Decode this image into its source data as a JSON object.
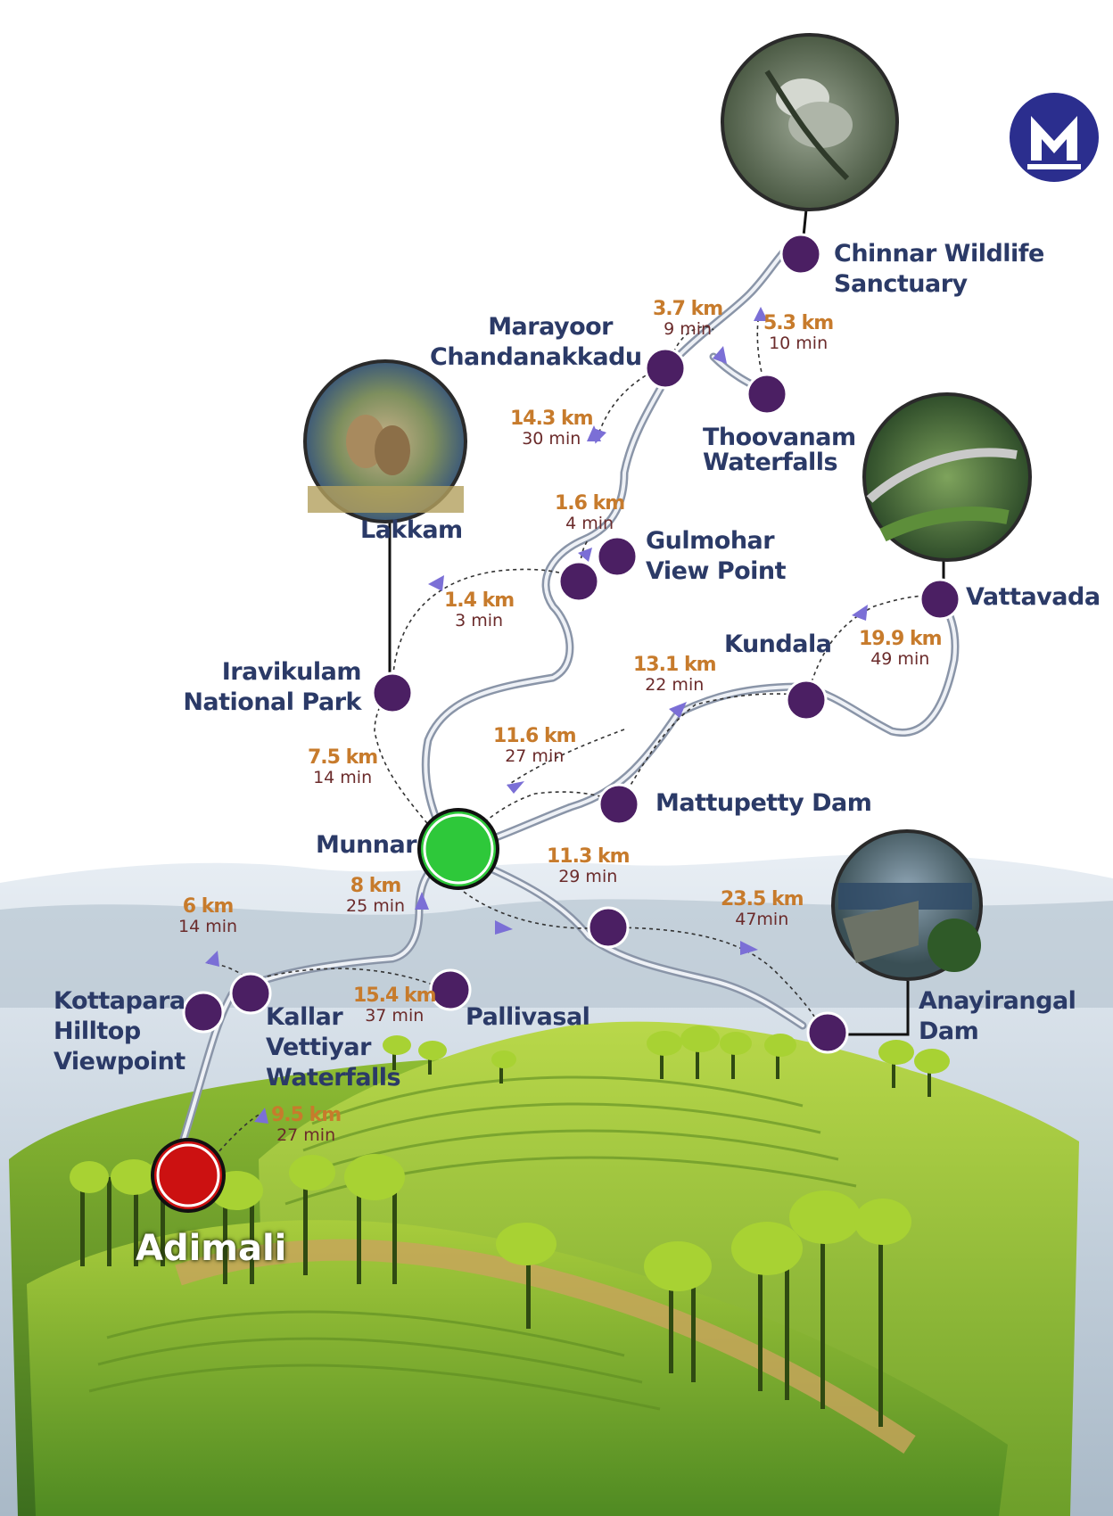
{
  "colors": {
    "stop": "#4b1f63",
    "hub_munnar": "#2ec83a",
    "hub_adimali": "#cc1111",
    "label": "#2b3a67",
    "distance": "#c77b2c",
    "time": "#6b2b2b",
    "arrow": "#7b6fd6",
    "logo": "#2b2e8e"
  },
  "logo": {
    "letter": "M"
  },
  "places": {
    "chinnar": [
      "Chinnar Wildlife",
      "Sanctuary"
    ],
    "marayoor": [
      "Marayoor",
      "Chandanakkadu"
    ],
    "thoovanam": [
      "Thoovanam",
      "Waterfalls"
    ],
    "lakkam": [
      "Lakkam"
    ],
    "gulmohar": [
      "Gulmohar",
      "View Point"
    ],
    "vattavada": [
      "Vattavada"
    ],
    "kundala": [
      "Kundala"
    ],
    "iravikulam": [
      "Iravikulam",
      "National Park"
    ],
    "mattupetty": [
      "Mattupetty Dam"
    ],
    "munnar": [
      "Munnar"
    ],
    "anayirangal": [
      "Anayirangal",
      "Dam"
    ],
    "pallivasal": [
      "Pallivasal"
    ],
    "kottapara": [
      "Kottapara",
      "Hilltop",
      "Viewpoint"
    ],
    "kallar": [
      "Kallar",
      "Vettiyar",
      "Waterfalls"
    ],
    "adimali": "Adimali"
  },
  "distances": [
    {
      "km": "3.7 km",
      "min": "9 min"
    },
    {
      "km": "5.3 km",
      "min": "10 min"
    },
    {
      "km": "14.3 km",
      "min": "30 min"
    },
    {
      "km": "1.6 km",
      "min": "4 min"
    },
    {
      "km": "1.4 km",
      "min": "3 min"
    },
    {
      "km": "13.1 km",
      "min": "22 min"
    },
    {
      "km": "19.9 km",
      "min": "49 min"
    },
    {
      "km": "7.5 km",
      "min": "14 min"
    },
    {
      "km": "11.6 km",
      "min": "27 min"
    },
    {
      "km": "11.3 km",
      "min": "29 min"
    },
    {
      "km": "8 km",
      "min": "25 min"
    },
    {
      "km": "23.5 km",
      "min": "47min"
    },
    {
      "km": "6 km",
      "min": "14 min"
    },
    {
      "km": "15.4 km",
      "min": "37 min"
    },
    {
      "km": "9.5 km",
      "min": "27 min"
    }
  ]
}
